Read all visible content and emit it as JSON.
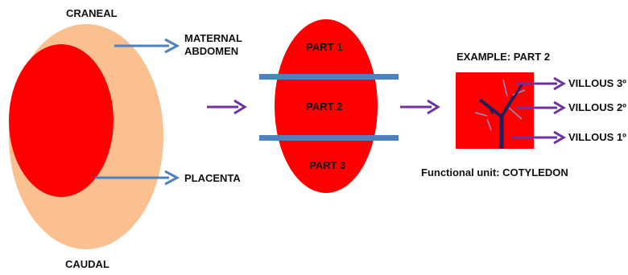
{
  "colors": {
    "abdomen": "#FAC090",
    "placenta": "#FF0000",
    "band": "#4F81BD",
    "blue_arrow": "#4F81BD",
    "purple_arrow": "#7030A0",
    "trunk": "#1F1F5A",
    "villi": "#8C96C8",
    "text": "#111111"
  },
  "labels": {
    "craneal": "CRANEAL",
    "caudal": "CAUDAL",
    "maternal_abdomen": [
      "MATERNAL",
      "ABDOMEN"
    ],
    "placenta": "PLACENTA",
    "part1": "PART 1",
    "part2": "PART 2",
    "part3": "PART 3",
    "example": "EXAMPLE: PART 2",
    "villous3": "VILLOUS 3º",
    "villous2": "VILLOUS 2º",
    "villous1": "VILLOUS 1º",
    "functional_unit": "Functional unit: COTYLEDON"
  }
}
